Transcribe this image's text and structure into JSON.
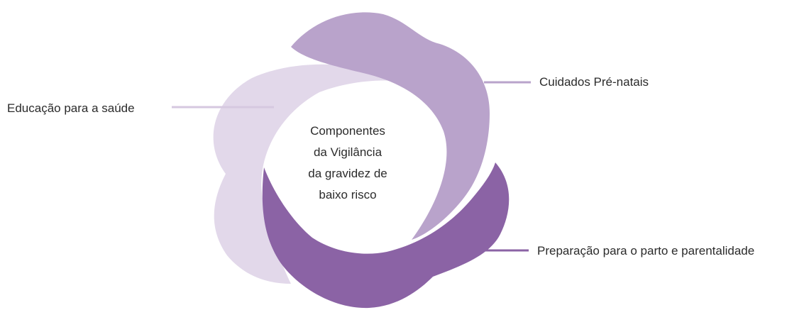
{
  "diagram": {
    "center_lines": [
      "Componentes",
      "da Vigilância",
      "da gravidez de",
      "baixo risco"
    ],
    "components": [
      {
        "label": "Cuidados Pré-natais",
        "color": "#b9a3cb"
      },
      {
        "label": "Educação para a saúde",
        "color": "#e2d8ea"
      },
      {
        "label": "Preparação para o parto e parentalidade",
        "color": "#8b63a5"
      }
    ]
  }
}
